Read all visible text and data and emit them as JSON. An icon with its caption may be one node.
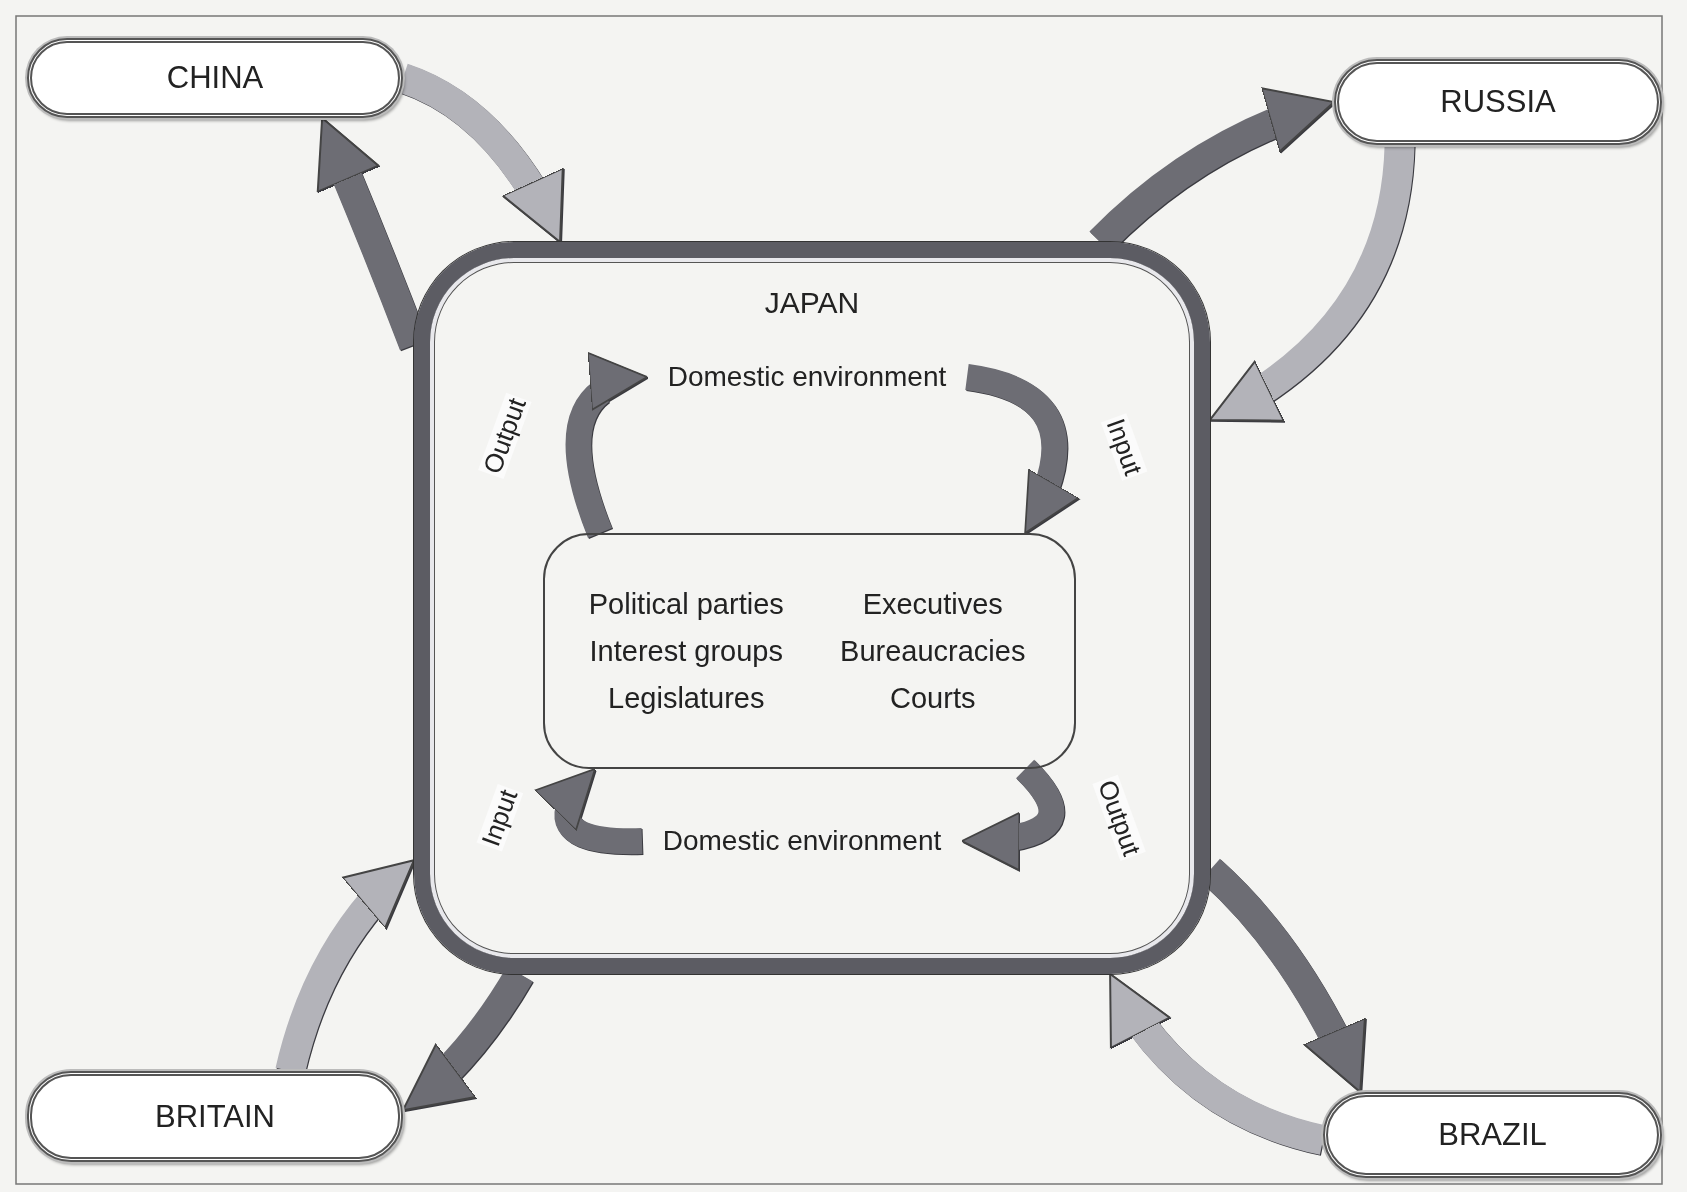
{
  "diagram": {
    "nodes": [
      {
        "text": [
          "CHINA"
        ]
      },
      {
        "text": [
          "RUSSIA"
        ]
      },
      {
        "text": [
          "JAPAN"
        ]
      },
      {
        "text": [
          "Domestic environment"
        ],
        "in": 2
      },
      {
        "text": [
          "Political parties",
          "Executives",
          "Interest groups",
          "Bureaucracies",
          "Legislatures",
          "Courts"
        ],
        "in": 2
      },
      {
        "text": [
          "Domestic environment"
        ],
        "in": 2
      },
      {
        "text": [
          "BRITAIN"
        ]
      },
      {
        "text": [
          "BRAZIL"
        ]
      }
    ],
    "edges": [
      {
        "from": 0,
        "to": 2,
        "arrow": "to",
        "color": "#b3b3b9"
      },
      {
        "from": 2,
        "to": 0,
        "arrow": "to"
      },
      {
        "from": 2,
        "to": 1,
        "arrow": "to"
      },
      {
        "from": 1,
        "to": 2,
        "arrow": "to",
        "color": "#b3b3b9"
      },
      {
        "from": 6,
        "to": 2,
        "arrow": "to",
        "color": "#b3b3b9"
      },
      {
        "from": 2,
        "to": 6,
        "arrow": "to"
      },
      {
        "from": 2,
        "to": 7,
        "arrow": "to"
      },
      {
        "from": 7,
        "to": 2,
        "arrow": "to",
        "color": "#b3b3b9"
      },
      {
        "from": 4,
        "to": 3,
        "arrow": "to",
        "label": "Output"
      },
      {
        "from": 3,
        "to": 4,
        "arrow": "to",
        "label": "Input"
      },
      {
        "from": 5,
        "to": 4,
        "arrow": "to",
        "label": "Input"
      },
      {
        "from": 4,
        "to": 5,
        "arrow": "to",
        "label": "Output"
      }
    ]
  }
}
